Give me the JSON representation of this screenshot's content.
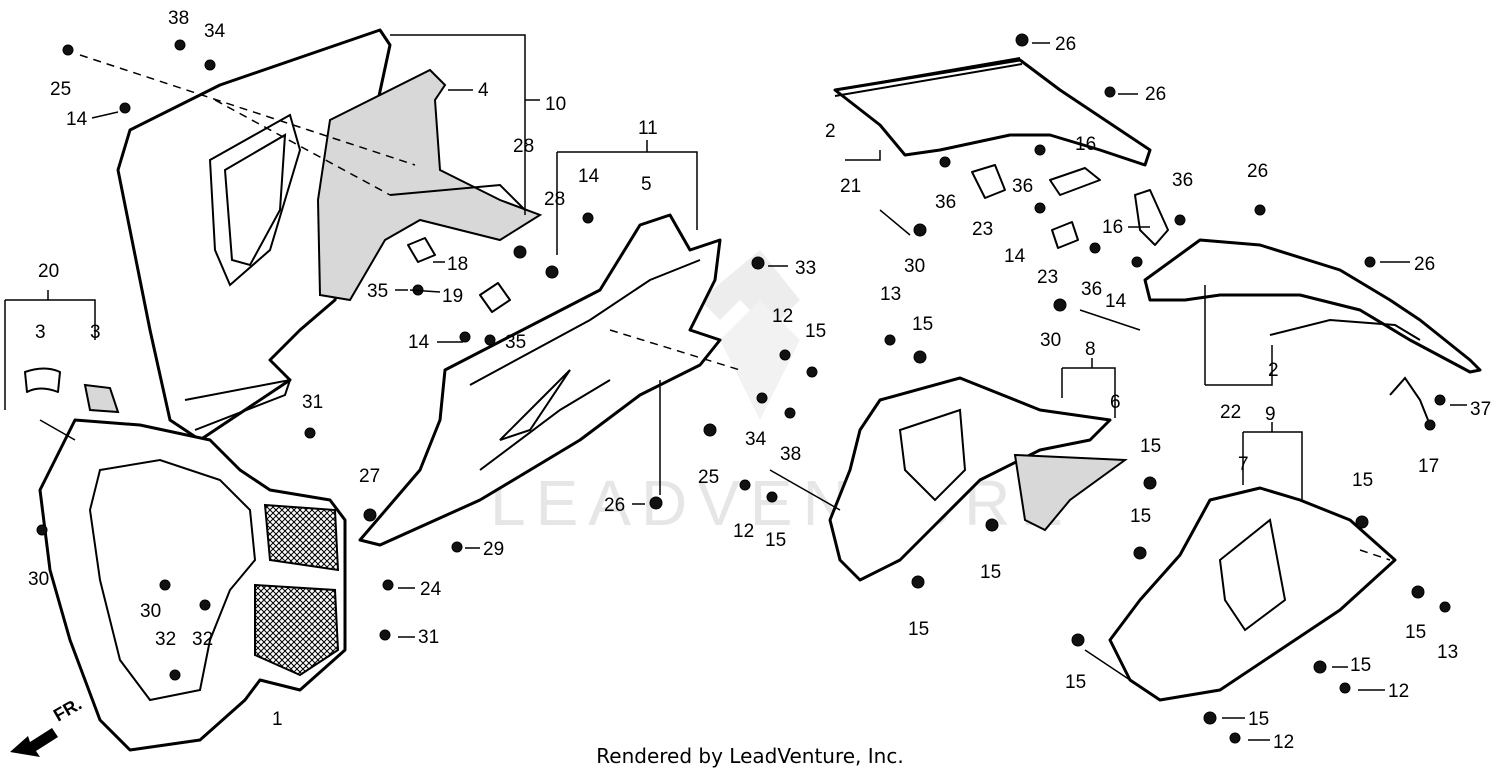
{
  "watermark_text": "LEADVENTURE",
  "credit_text": "Rendered by LeadVenture, Inc.",
  "direction_label": "FR.",
  "callouts": [
    {
      "id": "c38a",
      "text": "38"
    },
    {
      "id": "c34a",
      "text": "34"
    },
    {
      "id": "c25a",
      "text": "25"
    },
    {
      "id": "c14a",
      "text": "14"
    },
    {
      "id": "c4",
      "text": "4"
    },
    {
      "id": "c10",
      "text": "10"
    },
    {
      "id": "c28a",
      "text": "28"
    },
    {
      "id": "c11",
      "text": "11"
    },
    {
      "id": "c5",
      "text": "5"
    },
    {
      "id": "c28b",
      "text": "28"
    },
    {
      "id": "c14b",
      "text": "14"
    },
    {
      "id": "c18",
      "text": "18"
    },
    {
      "id": "c35a",
      "text": "35"
    },
    {
      "id": "c19",
      "text": "19"
    },
    {
      "id": "c33",
      "text": "33"
    },
    {
      "id": "c14c",
      "text": "14"
    },
    {
      "id": "c35b",
      "text": "35"
    },
    {
      "id": "c20",
      "text": "20"
    },
    {
      "id": "c3a",
      "text": "3"
    },
    {
      "id": "c3b",
      "text": "3"
    },
    {
      "id": "c31a",
      "text": "31"
    },
    {
      "id": "c12a",
      "text": "12"
    },
    {
      "id": "c15a",
      "text": "15"
    },
    {
      "id": "c34b",
      "text": "34"
    },
    {
      "id": "c38b",
      "text": "38"
    },
    {
      "id": "c25b",
      "text": "25"
    },
    {
      "id": "c26a",
      "text": "26"
    },
    {
      "id": "c27",
      "text": "27"
    },
    {
      "id": "c29",
      "text": "29"
    },
    {
      "id": "c24",
      "text": "24"
    },
    {
      "id": "c30a",
      "text": "30"
    },
    {
      "id": "c30b",
      "text": "30"
    },
    {
      "id": "c32a",
      "text": "32"
    },
    {
      "id": "c32b",
      "text": "32"
    },
    {
      "id": "c31b",
      "text": "31"
    },
    {
      "id": "c1",
      "text": "1"
    },
    {
      "id": "c12b",
      "text": "12"
    },
    {
      "id": "c15b",
      "text": "15"
    },
    {
      "id": "c26b",
      "text": "26"
    },
    {
      "id": "c26c",
      "text": "26"
    },
    {
      "id": "c2a",
      "text": "2"
    },
    {
      "id": "c21",
      "text": "21"
    },
    {
      "id": "c36a",
      "text": "36"
    },
    {
      "id": "c23a",
      "text": "23"
    },
    {
      "id": "c36b",
      "text": "36"
    },
    {
      "id": "c16a",
      "text": "16"
    },
    {
      "id": "c30c",
      "text": "30"
    },
    {
      "id": "c14d",
      "text": "14"
    },
    {
      "id": "c23b",
      "text": "23"
    },
    {
      "id": "c36c",
      "text": "36"
    },
    {
      "id": "c16b",
      "text": "16"
    },
    {
      "id": "c36d",
      "text": "36"
    },
    {
      "id": "c14e",
      "text": "14"
    },
    {
      "id": "c30d",
      "text": "30"
    },
    {
      "id": "c26d",
      "text": "26"
    },
    {
      "id": "c26e",
      "text": "26"
    },
    {
      "id": "c13a",
      "text": "13"
    },
    {
      "id": "c15c",
      "text": "15"
    },
    {
      "id": "c8",
      "text": "8"
    },
    {
      "id": "c6",
      "text": "6"
    },
    {
      "id": "c15d",
      "text": "15"
    },
    {
      "id": "c15e",
      "text": "15"
    },
    {
      "id": "c15f",
      "text": "15"
    },
    {
      "id": "c2b",
      "text": "2"
    },
    {
      "id": "c22",
      "text": "22"
    },
    {
      "id": "c37",
      "text": "37"
    },
    {
      "id": "c17",
      "text": "17"
    },
    {
      "id": "c9",
      "text": "9"
    },
    {
      "id": "c7",
      "text": "7"
    },
    {
      "id": "c15g",
      "text": "15"
    },
    {
      "id": "c15h",
      "text": "15"
    },
    {
      "id": "c15i",
      "text": "15"
    },
    {
      "id": "c13b",
      "text": "13"
    },
    {
      "id": "c15j",
      "text": "15"
    },
    {
      "id": "c15k",
      "text": "15"
    },
    {
      "id": "c12c",
      "text": "12"
    },
    {
      "id": "c15l",
      "text": "15"
    },
    {
      "id": "c12d",
      "text": "12"
    }
  ]
}
